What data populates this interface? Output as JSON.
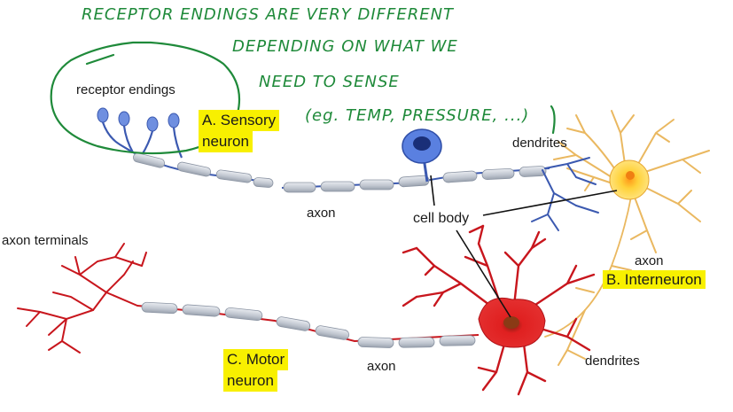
{
  "annotations": {
    "line1": "RECEPTOR ENDINGS ARE VERY DIFFERENT",
    "line2": "DEPENDING ON WHAT WE",
    "line3": "NEED TO SENSE",
    "line4": "(eg. TEMP, PRESSURE, ...)"
  },
  "labels": {
    "receptor_endings": "receptor endings",
    "sensory_neuron_a": "A. Sensory",
    "sensory_neuron_b": "neuron",
    "dendrites_top": "dendrites",
    "axon_top": "axon",
    "cell_body": "cell body",
    "axon_terminals": "axon terminals",
    "axon_right": "axon",
    "interneuron": "B. Interneuron",
    "motor_neuron_a": "C. Motor",
    "motor_neuron_b": "neuron",
    "axon_bottom": "axon",
    "dendrites_bottom": "dendrites"
  },
  "colors": {
    "annotation": "#1f8a3a",
    "highlight": "#f8f000",
    "sensory": "#4a6fc9",
    "interneuron": "#f2c46b",
    "motor": "#c8161d",
    "myelin": "#c9ced6"
  }
}
